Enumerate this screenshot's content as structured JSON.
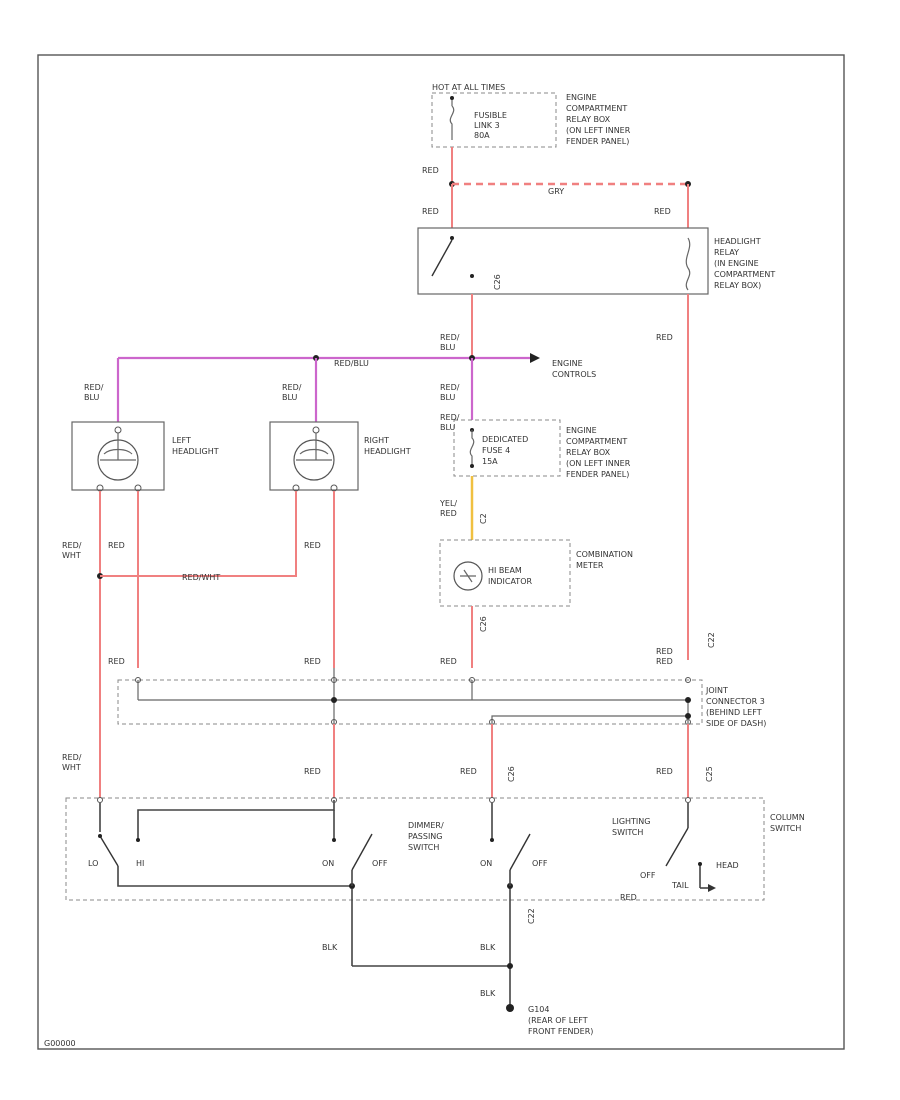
{
  "labels": {
    "hot_at_all_times": "HOT AT ALL TIMES",
    "fusible_link": [
      "FUSIBLE",
      "LINK 3",
      "80A"
    ],
    "relay_box_top": [
      "ENGINE",
      "COMPARTMENT",
      "RELAY BOX",
      "(ON LEFT INNER",
      "FENDER PANEL)"
    ],
    "headlight_relay": [
      "HEADLIGHT",
      "RELAY",
      "(IN ENGINE",
      "COMPARTMENT",
      "RELAY BOX)"
    ],
    "engine_controls": [
      "ENGINE",
      "CONTROLS"
    ],
    "left_headlight": [
      "LEFT",
      "HEADLIGHT"
    ],
    "right_headlight": [
      "RIGHT",
      "HEADLIGHT"
    ],
    "relay_box_mid": [
      "ENGINE",
      "COMPARTMENT",
      "RELAY BOX",
      "(ON LEFT INNER",
      "FENDER PANEL)"
    ],
    "dedicated_fuse": [
      "DEDICATED",
      "FUSE 4",
      "15A"
    ],
    "combination_meter": [
      "COMBINATION",
      "METER"
    ],
    "hi_beam_indicator": [
      "HI BEAM",
      "INDICATOR"
    ],
    "joint_connector": [
      "JOINT",
      "CONNECTOR 3",
      "(BEHIND LEFT",
      "SIDE OF DASH)"
    ],
    "dimmer_switch": [
      "DIMMER/",
      "PASSING",
      "SWITCH"
    ],
    "lighting_switch": [
      "LIGHTING",
      "SWITCH"
    ],
    "column_switch": [
      "COLUMN",
      "SWITCH"
    ],
    "ground": [
      "G104",
      "(REAR OF LEFT",
      "FRONT FENDER)"
    ],
    "switch_positions": {
      "lo": "LO",
      "hi": "HI",
      "on1": "ON",
      "off1": "OFF",
      "on2": "ON",
      "off2": "OFF",
      "off3": "OFF",
      "tail": "TAIL",
      "head": "HEAD"
    },
    "connectors": [
      "C2",
      "C26",
      "C26",
      "C25",
      "C22",
      "C22",
      "C26"
    ]
  },
  "wire_labels": {
    "red_1": "RED",
    "red_gry_dash": "GRY",
    "red_2": "RED",
    "red_3": "RED",
    "red_4": "RED",
    "red_blu_1": [
      "RED/",
      "BLU"
    ],
    "red_blu_2": [
      "RED/",
      "BLU"
    ],
    "red_blu_3": [
      "RED/",
      "BLU"
    ],
    "red_blu_4": [
      "RED/",
      "BLU"
    ],
    "red_blu_5": [
      "RED/",
      "BLU"
    ],
    "red_blu_horiz": "RED/BLU",
    "yel_red": [
      "YEL/",
      "RED"
    ],
    "red_wht_1": [
      "RED/",
      "WHT"
    ],
    "red_wht_horiz": "RED/WHT",
    "red_5": "RED",
    "red_6": "RED",
    "red_7": "RED",
    "red_8": "RED",
    "red_9": "RED",
    "red_10": "RED",
    "red_11": "RED",
    "red_12": "RED",
    "red_wht_2": [
      "RED/",
      "WHT"
    ],
    "red_13": "RED",
    "red_14": "RED",
    "red_15": "RED",
    "blk_1": "BLK",
    "blk_2": "BLK",
    "blk_3": "BLK"
  },
  "footer_code": "G00000"
}
